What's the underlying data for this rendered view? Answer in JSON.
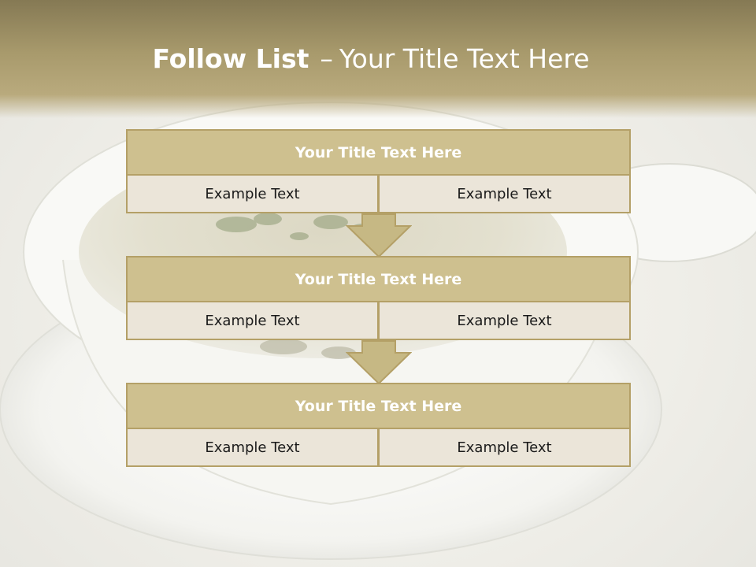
{
  "title": {
    "bold": "Follow List",
    "separator": "–",
    "rest": "Your Title Text Here"
  },
  "blocks": [
    {
      "title": "Your Title Text Here",
      "left": "Example Text",
      "right": "Example Text"
    },
    {
      "title": "Your Title Text Here",
      "left": "Example Text",
      "right": "Example Text"
    },
    {
      "title": "Your Title Text Here",
      "left": "Example Text",
      "right": "Example Text"
    }
  ],
  "colors": {
    "title_band": "#a89a6c",
    "header_fill": "#cec08f",
    "cell_fill": "#ebe5d9",
    "border": "#b4a067"
  }
}
